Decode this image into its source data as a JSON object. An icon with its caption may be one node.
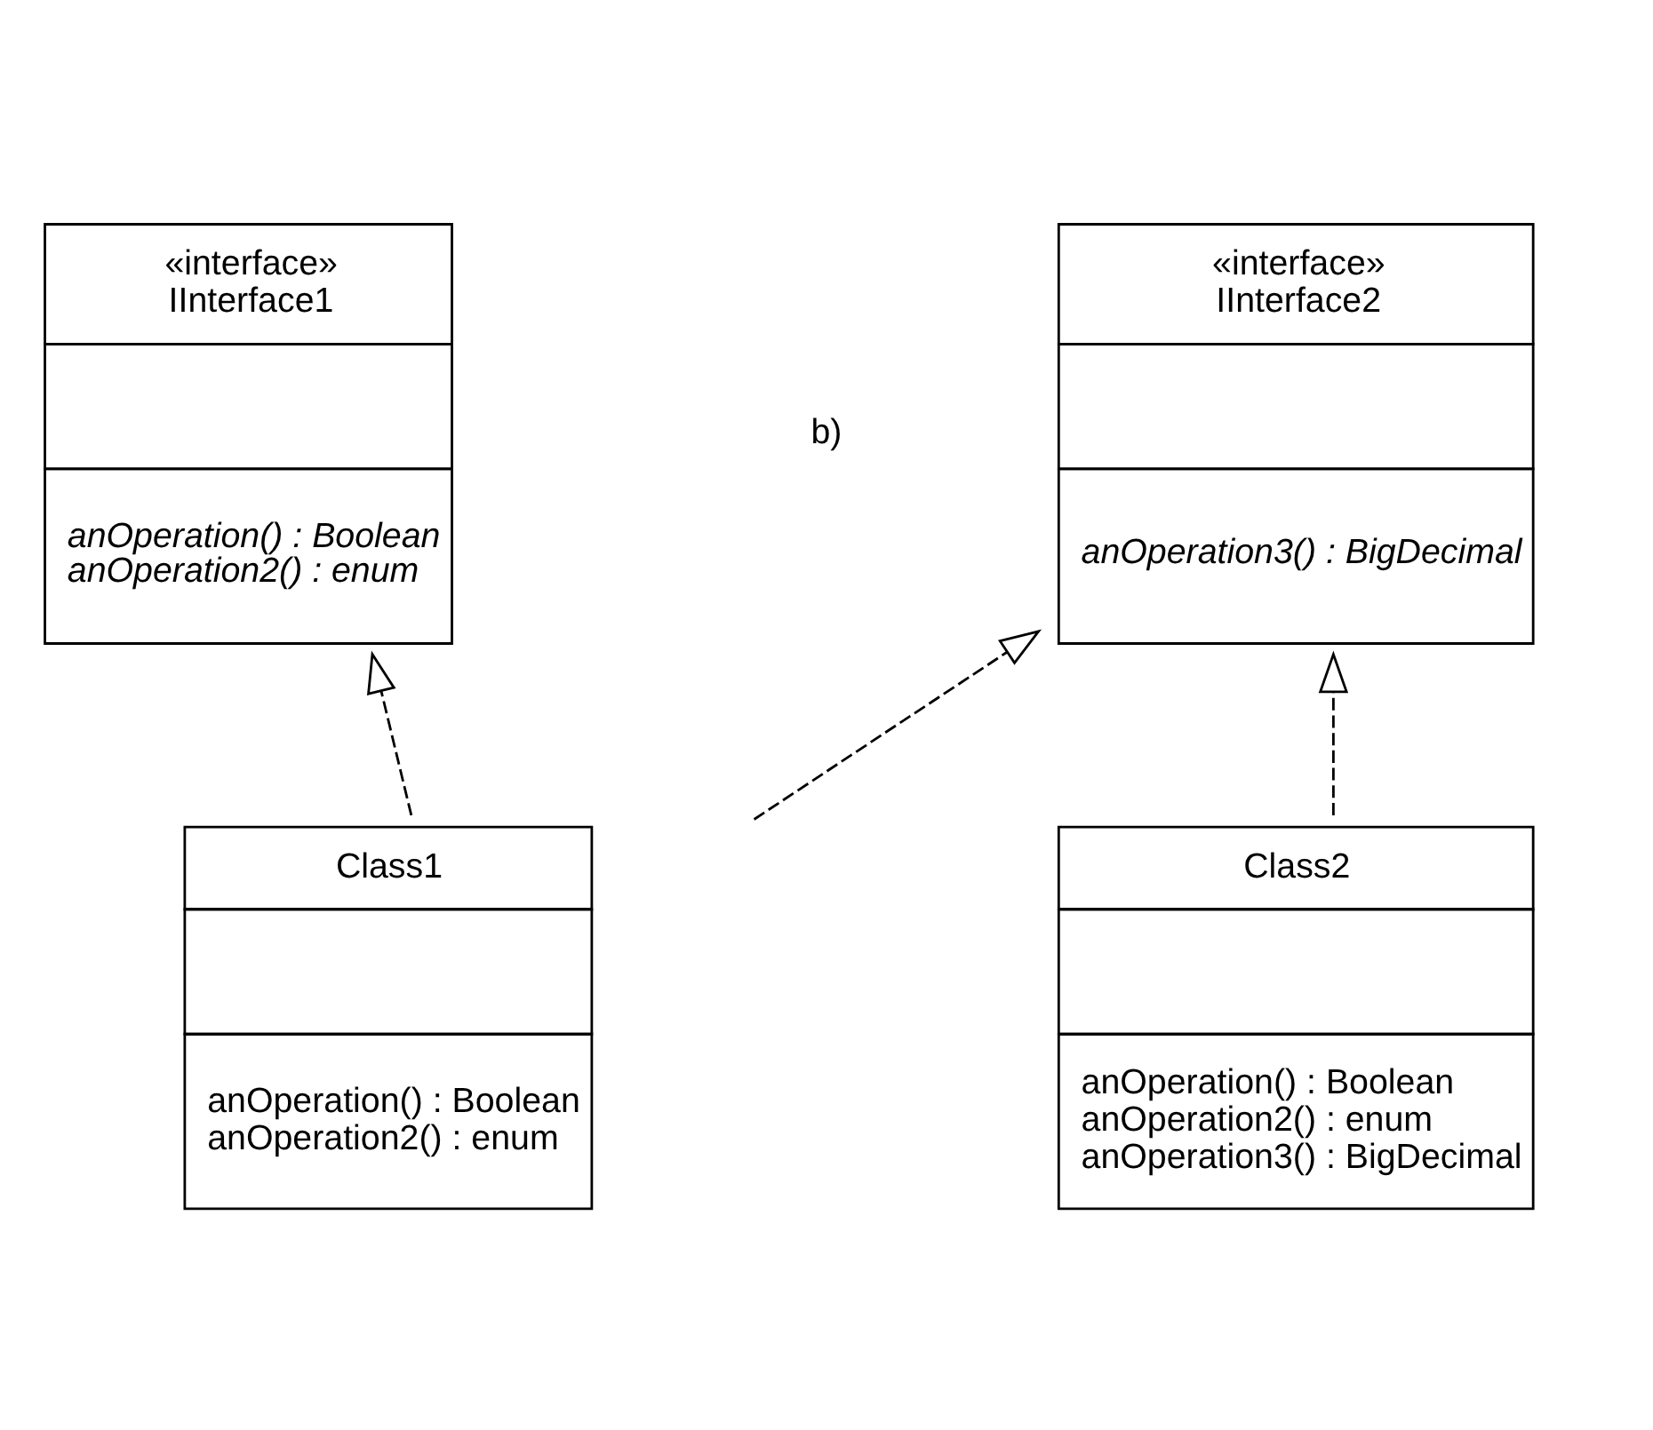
{
  "diagram": {
    "nodes": [
      {
        "text": [
          "«interface»",
          "IInterface1",
          "anOperation() : Boolean",
          "anOperation2() : enum"
        ]
      },
      {
        "text": [
          "«interface»",
          "IInterface2",
          "anOperation3() : BigDecimal"
        ]
      },
      {
        "text": [
          "Class1",
          "anOperation() : Boolean",
          "anOperation2() : enum"
        ]
      },
      {
        "text": [
          "Class2",
          "anOperation() : Boolean",
          "anOperation2() : enum",
          "anOperation3() : BigDecimal"
        ]
      }
    ],
    "edges": [
      {
        "from": 2,
        "to": 0,
        "arrow": "to",
        "style": "dashed"
      },
      {
        "from": 2,
        "to": 1,
        "arrow": "to",
        "style": "dashed"
      },
      {
        "from": 3,
        "to": 1,
        "arrow": "to",
        "style": "dashed"
      }
    ],
    "labels": [
      "b)"
    ]
  }
}
